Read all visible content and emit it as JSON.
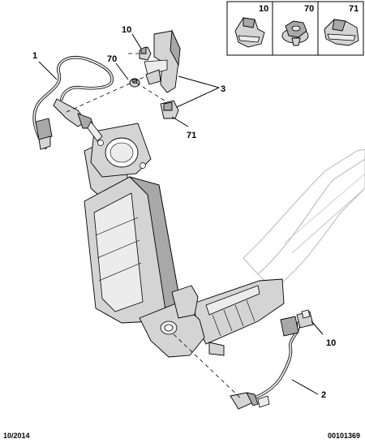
{
  "legend": {
    "cells": [
      {
        "ref": "10",
        "icon": "clip-icon"
      },
      {
        "ref": "70",
        "icon": "flange-nut-icon"
      },
      {
        "ref": "71",
        "icon": "clamp-bracket-icon"
      }
    ]
  },
  "callouts": {
    "c1": "1",
    "c70": "70",
    "c10_top": "10",
    "c3": "3",
    "c71": "71",
    "c10_bottom": "10",
    "c2": "2"
  },
  "footer": {
    "date": "10/2014",
    "reference": "00101369"
  }
}
